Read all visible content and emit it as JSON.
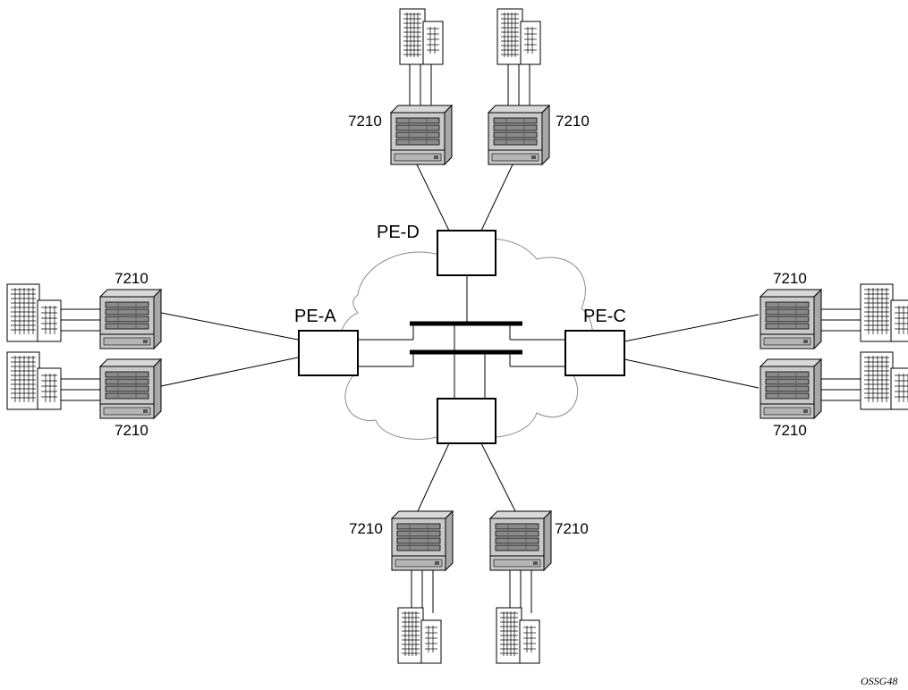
{
  "diagram": {
    "pe_labels": {
      "pe_a": "PE-A",
      "pe_c": "PE-C",
      "pe_d": "PE-D"
    },
    "device_labels": {
      "top_left": "7210",
      "top_right": "7210",
      "left_top": "7210",
      "left_bottom": "7210",
      "right_top": "7210",
      "right_bottom": "7210",
      "bottom_left": "7210",
      "bottom_right": "7210"
    },
    "figure_id": "OSSG48"
  }
}
